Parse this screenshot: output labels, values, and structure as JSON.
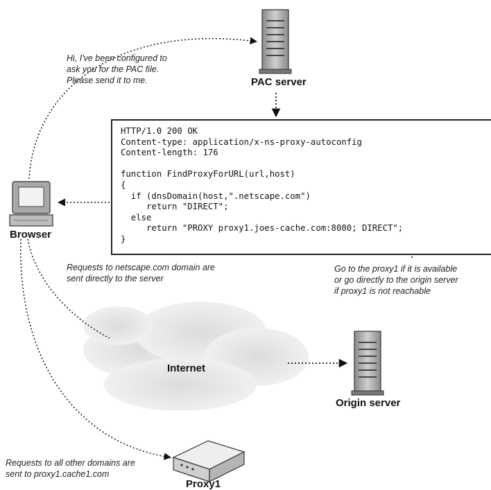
{
  "nodes": {
    "pac_server": "PAC server",
    "browser": "Browser",
    "internet": "Internet",
    "origin_server": "Origin server",
    "proxy1": "Proxy1"
  },
  "notes": {
    "pac_request": "Hi, I've been configured to\nask you for the PAC file.\nPlease send it to me.",
    "netscape_direct": "Requests to netscape.com domain are\nsent directly to the server",
    "proxy_fallback": "Go to the proxy1 if it is available\nor go directly to the origin server\nif proxy1 is not reachable",
    "other_domains": "Requests to all other domains are\nsent to proxy1.cache1.com"
  },
  "pac_file": {
    "lines": [
      "HTTP/1.0 200 OK",
      "Content-type: application/x-ns-proxy-autoconfig",
      "Content-length: 176",
      "",
      "function FindProxyForURL(url,host)",
      "{",
      "  if (dnsDomain(host,\".netscape.com\")",
      "     return \"DIRECT\";",
      "  else",
      "     return \"PROXY proxy1.joes-cache.com:8080; DIRECT\";",
      "}"
    ]
  }
}
